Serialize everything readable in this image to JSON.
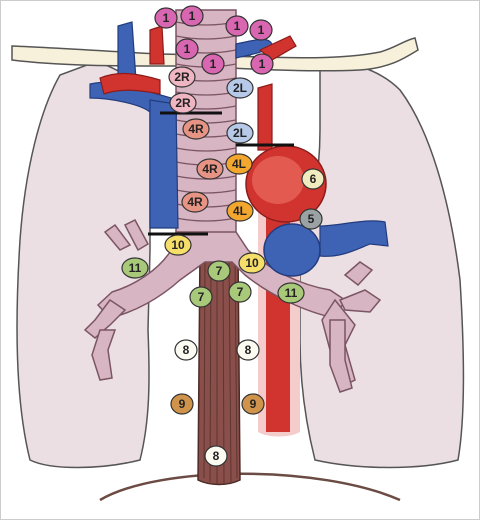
{
  "colors": {
    "lung_fill": "#ecdfe3",
    "lung_stroke": "#555555",
    "trachea": "#d8b5c2",
    "trachea_dark": "#7b5563",
    "vein_blue": "#3e63b5",
    "artery_red": "#d1332f",
    "aorta_light": "#f2c6c6",
    "esophagus": "#8a4f4a",
    "clavicle": "#f7f0da",
    "pink_node": "#d866b0",
    "lightpink_node": "#f0b5c3",
    "lightblue_node": "#b7c9e8",
    "salmon_node": "#e89484",
    "orange_node": "#f4a72e",
    "yellow_node": "#f5de6a",
    "green_node": "#a9c97a",
    "beige_node": "#f0ecc0",
    "gray_node": "#9aa2a3",
    "white_node": "#fbfbf2",
    "brown_node": "#d0934b"
  },
  "nodes": [
    {
      "label": "1",
      "color": "pink_node"
    },
    {
      "label": "1",
      "color": "pink_node"
    },
    {
      "label": "1",
      "color": "pink_node"
    },
    {
      "label": "1",
      "color": "pink_node"
    },
    {
      "label": "1",
      "color": "pink_node"
    },
    {
      "label": "1",
      "color": "pink_node"
    },
    {
      "label": "1",
      "color": "pink_node"
    },
    {
      "label": "2R",
      "color": "lightpink_node"
    },
    {
      "label": "2R",
      "color": "lightpink_node"
    },
    {
      "label": "2L",
      "color": "lightblue_node"
    },
    {
      "label": "2L",
      "color": "lightblue_node"
    },
    {
      "label": "4R",
      "color": "salmon_node"
    },
    {
      "label": "4R",
      "color": "salmon_node"
    },
    {
      "label": "4R",
      "color": "salmon_node"
    },
    {
      "label": "4L",
      "color": "orange_node"
    },
    {
      "label": "4L",
      "color": "orange_node"
    },
    {
      "label": "6",
      "color": "beige_node"
    },
    {
      "label": "5",
      "color": "gray_node"
    },
    {
      "label": "10",
      "color": "yellow_node"
    },
    {
      "label": "10",
      "color": "yellow_node"
    },
    {
      "label": "11",
      "color": "green_node"
    },
    {
      "label": "11",
      "color": "green_node"
    },
    {
      "label": "7",
      "color": "green_node"
    },
    {
      "label": "7",
      "color": "green_node"
    },
    {
      "label": "7",
      "color": "green_node"
    },
    {
      "label": "8",
      "color": "white_node"
    },
    {
      "label": "8",
      "color": "white_node"
    },
    {
      "label": "8",
      "color": "white_node"
    },
    {
      "label": "9",
      "color": "brown_node"
    },
    {
      "label": "9",
      "color": "brown_node"
    }
  ]
}
